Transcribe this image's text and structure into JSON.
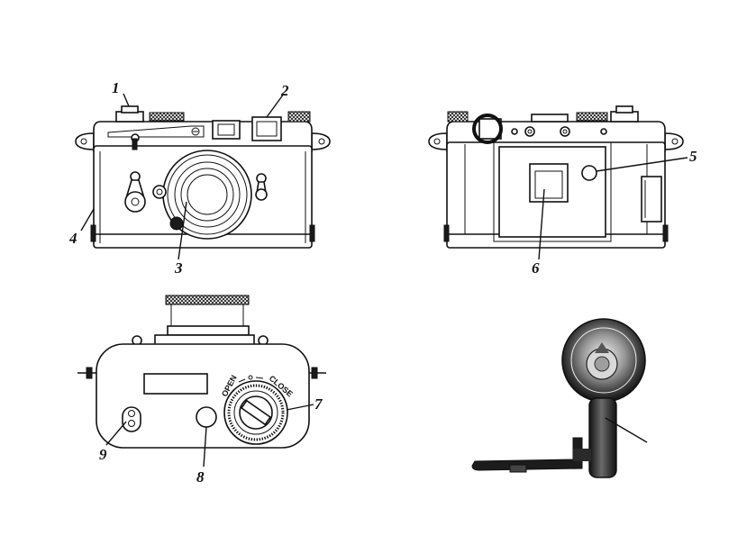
{
  "callouts": {
    "c1": "1",
    "c2": "2",
    "c3": "3",
    "c4": "4",
    "c5": "5",
    "c6": "6",
    "c7": "7",
    "c8": "8",
    "c9": "9"
  },
  "dial": {
    "open_label": "OPEN",
    "close_label": "CLOSE"
  },
  "colors": {
    "line": "#111111",
    "background": "#ffffff"
  }
}
